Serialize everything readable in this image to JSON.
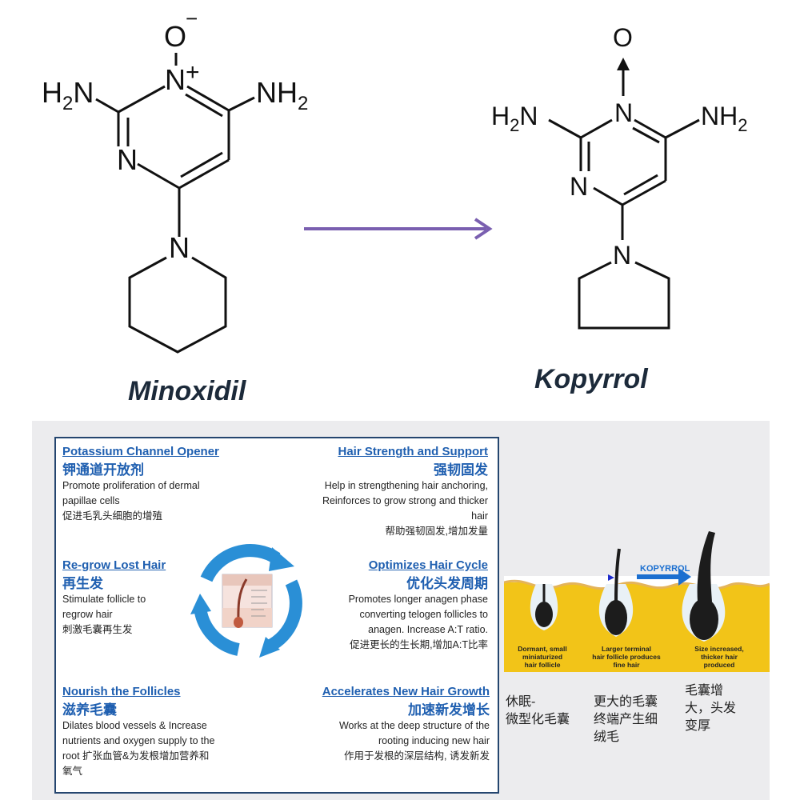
{
  "top": {
    "minoxidil": {
      "name": "Minoxidil",
      "atoms": {
        "o_minus": "O",
        "minus_sign": "−",
        "n_plus": "N",
        "plus_sign": "+",
        "amine_left": "H2N",
        "amine_right": "NH2",
        "ring_n": "N",
        "pip_n": "N"
      }
    },
    "kopyrrol": {
      "name": "Kopyrrol",
      "atoms": {
        "oxygen": "O",
        "n_oxide": "N",
        "amine_left": "H2N",
        "amine_right": "NH2",
        "ring_n": "N",
        "pyr_n": "N"
      }
    },
    "arrow_color": "#7a5fb0"
  },
  "infographic": {
    "sections": [
      {
        "title": "Potassium Channel Opener",
        "cn_title": "钾通道开放剂",
        "body": [
          "Promote proliferation of dermal",
          "papillae cells",
          "促进毛乳头细胞的增殖"
        ]
      },
      {
        "title": "Hair Strength and Support",
        "cn_title": "强韧固发",
        "body": [
          "Help in strengthening hair anchoring,",
          "Reinforces to grow strong and thicker",
          "hair",
          "帮助强韧固发,增加发量"
        ]
      },
      {
        "title": "Re-grow Lost Hair",
        "cn_title": "再生发",
        "body": [
          "Stimulate follicle to",
          "regrow hair",
          "刺激毛囊再生发"
        ]
      },
      {
        "title": "Optimizes Hair Cycle",
        "cn_title": "优化头发周期",
        "body": [
          "Promotes longer anagen phase",
          "converting telogen follicles to",
          "anagen. Increase A:T ratio.",
          "促进更长的生长期,增加A:T比率"
        ]
      },
      {
        "title": "Nourish the Follicles",
        "cn_title": "滋养毛囊",
        "body": [
          "Dilates blood vessels & Increase",
          "nutrients and oxygen supply to the",
          "root 扩张血管&为发根增加营养和",
          "氧气"
        ]
      },
      {
        "title": "Accelerates New Hair Growth",
        "cn_title": "加速新发增长",
        "body": [
          "Works at the deep structure of the",
          "rooting inducing new hair",
          "作用于发根的深层结构, 诱发新发"
        ]
      }
    ],
    "follicle_panel": {
      "arrow_label": "KOPYRROL",
      "labels": [
        [
          "Dormant, small",
          "miniaturized",
          "hair follicle"
        ],
        [
          "Larger terminal",
          "hair follicle produces",
          "fine hair"
        ],
        [
          "Size increased,",
          "thicker hair",
          "produced"
        ]
      ],
      "cn_notes": [
        [
          "休眠-",
          "微型化毛囊"
        ],
        [
          "更大的毛囊",
          "终端产生细",
          "绒毛"
        ],
        [
          "毛囊增",
          "大，头发",
          "变厚"
        ]
      ],
      "skin_color": "#f2c418",
      "arrow_color": "#1b6fd0"
    },
    "accent_color": "#1f5fb0"
  }
}
